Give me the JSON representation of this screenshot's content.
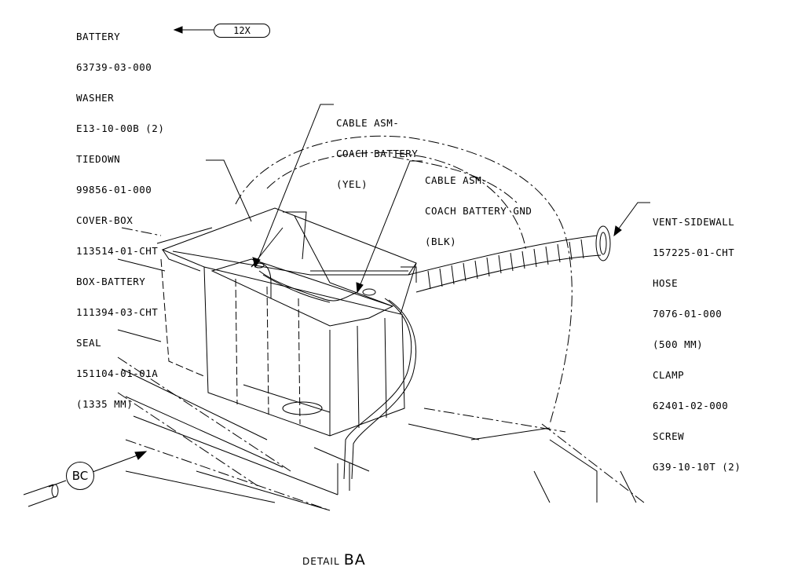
{
  "callouts": {
    "battery_stack": [
      "BATTERY",
      "63739-03-000",
      "WASHER",
      "E13-10-00B (2)",
      "TIEDOWN",
      "99856-01-000",
      "COVER-BOX",
      "113514-01-CHT",
      "BOX-BATTERY",
      "111394-03-CHT",
      "SEAL",
      "151104-01-01A",
      "(1335 MM)"
    ],
    "quantity_badge": "12X",
    "cable_yel": [
      "CABLE ASM-",
      "COACH BATTERY",
      "(YEL)"
    ],
    "cable_blk": [
      "CABLE ASM-",
      "COACH BATTERY GND",
      "(BLK)"
    ],
    "vent_stack": [
      "VENT-SIDEWALL",
      "157225-01-CHT",
      "HOSE",
      "7076-01-000",
      "(500 MM)",
      "CLAMP",
      "62401-02-000",
      "SCREW",
      "G39-10-10T (2)"
    ]
  },
  "view_bubble": "BC",
  "detail": {
    "word": "DETAIL",
    "code": "BA"
  }
}
